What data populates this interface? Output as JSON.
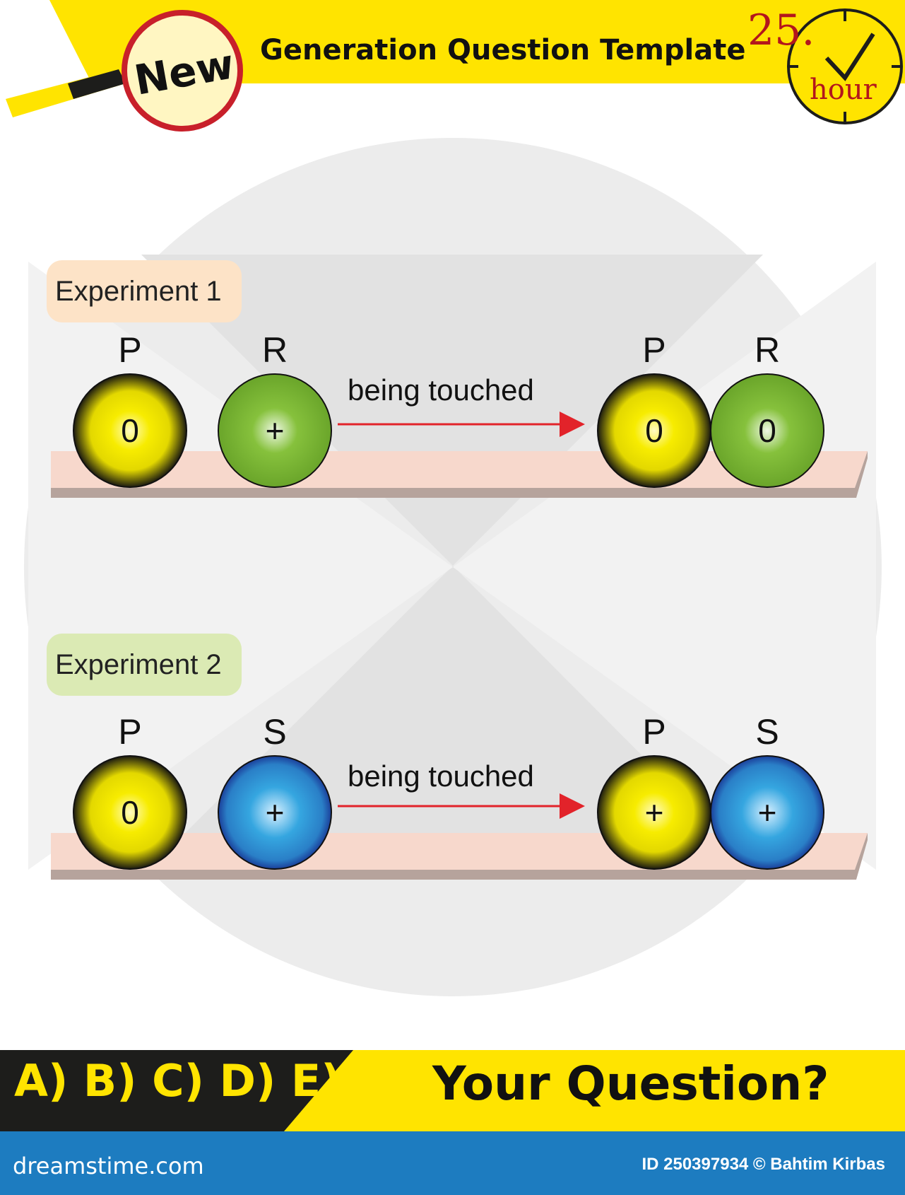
{
  "header": {
    "badge": "New",
    "title": "Generation Question Template",
    "clock_number": "25.",
    "clock_unit": "hour"
  },
  "experiments": [
    {
      "label": "Experiment 1",
      "action": "being touched",
      "before": [
        {
          "name": "P",
          "charge": "0",
          "color": "#f4e800"
        },
        {
          "name": "R",
          "charge": "+",
          "color": "#7ab42e"
        }
      ],
      "after": [
        {
          "name": "P",
          "charge": "0",
          "color": "#f4e800"
        },
        {
          "name": "R",
          "charge": "0",
          "color": "#7ab42e"
        }
      ]
    },
    {
      "label": "Experiment 2",
      "action": "being touched",
      "before": [
        {
          "name": "P",
          "charge": "0",
          "color": "#f4e800"
        },
        {
          "name": "S",
          "charge": "+",
          "color": "#2f9ed8"
        }
      ],
      "after": [
        {
          "name": "P",
          "charge": "+",
          "color": "#f4e800"
        },
        {
          "name": "S",
          "charge": "+",
          "color": "#2f9ed8"
        }
      ]
    }
  ],
  "footer": {
    "answers": "A) B) C) D) E)",
    "question": "Your Question?",
    "site": "dreamstime.com",
    "credit": "ID 250397934 © Bahtim Kirbas"
  },
  "colors": {
    "accent_yellow": "#ffe400",
    "dark": "#1d1d1b",
    "blue": "#1d7cc0",
    "arrow_red": "#e2232a",
    "shelf": "#f7d8cc",
    "label1_bg": "#fde3c7",
    "label2_bg": "#dbeab4"
  }
}
